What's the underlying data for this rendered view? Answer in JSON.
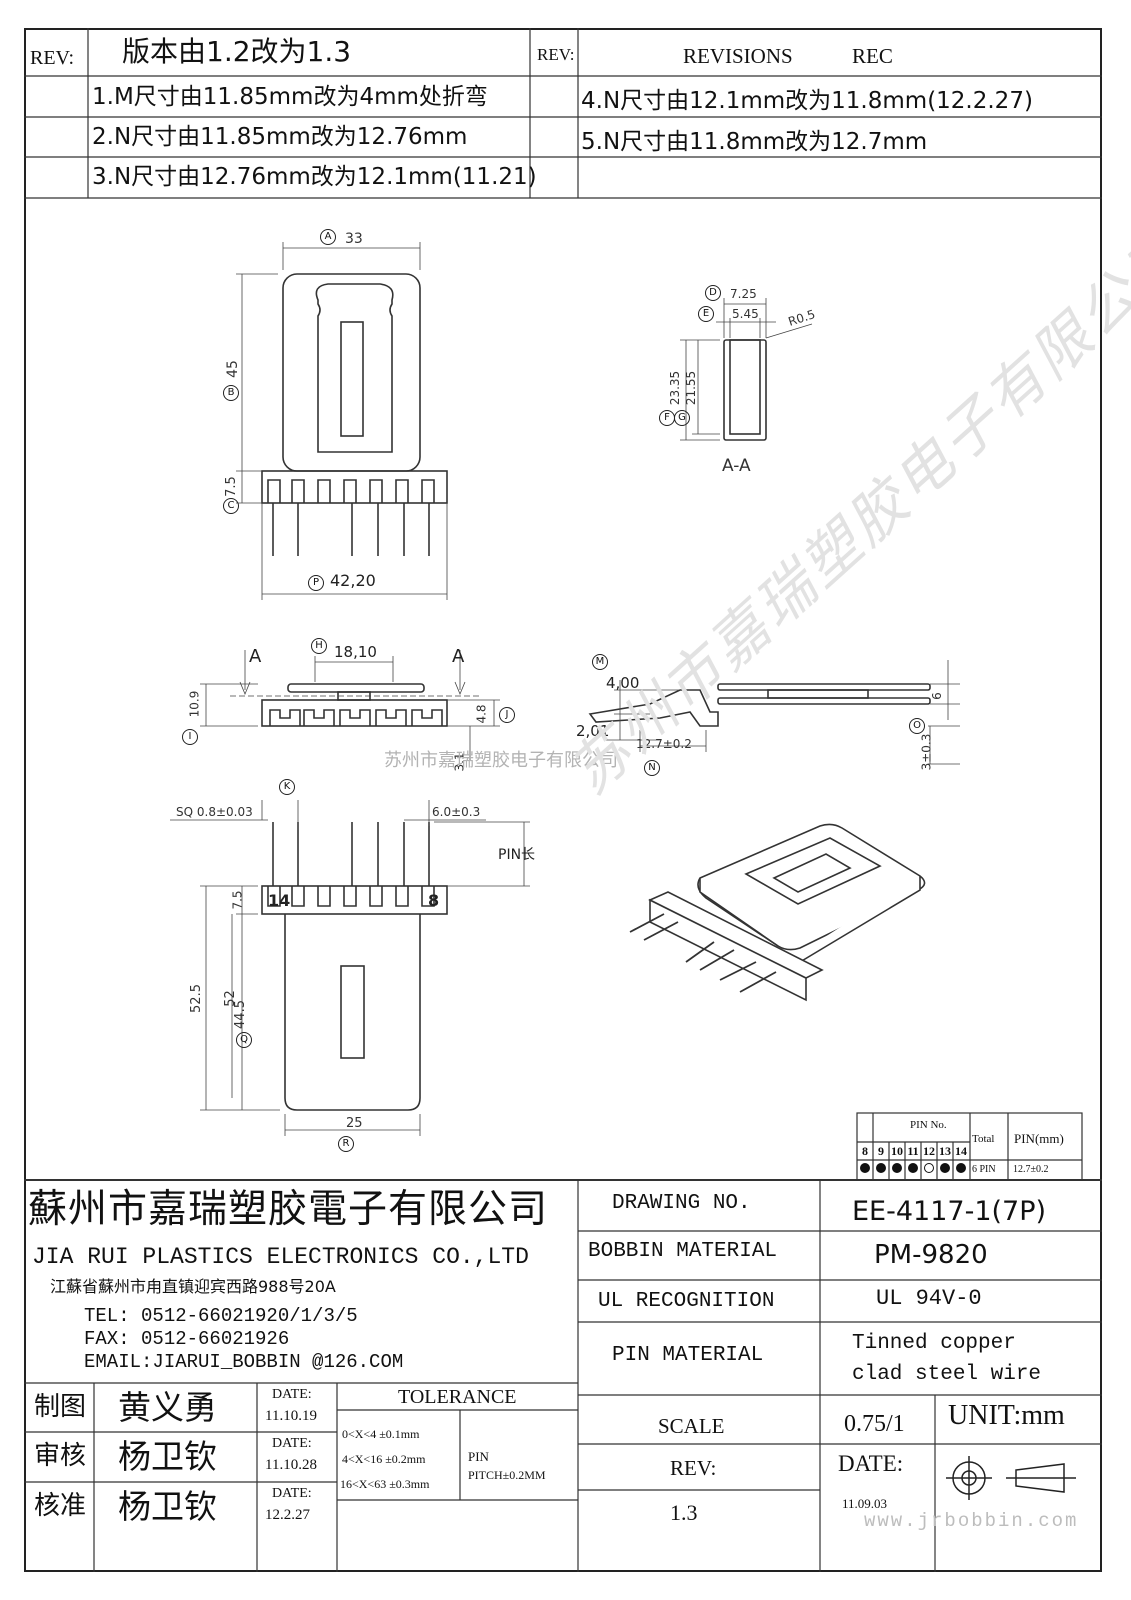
{
  "revisions": {
    "rev_label_left": "REV:",
    "rev_title": "版本由1.2改为1.3",
    "rev_label_right": "REV:",
    "header_revisions": "REVISIONS",
    "header_rec": "REC",
    "items": [
      "1.M尺寸由11.85mm改为4mm处折弯",
      "2.N尺寸由11.85mm改为12.76mm",
      "3.N尺寸由12.76mm改为12.1mm(11.21)",
      "4.N尺寸由12.1mm改为11.8mm(12.2.27)",
      "5.N尺寸由11.8mm改为12.7mm"
    ]
  },
  "drawing": {
    "letters": [
      "A",
      "B",
      "C",
      "P",
      "D",
      "E",
      "F",
      "G",
      "H",
      "I",
      "J",
      "M",
      "N",
      "O",
      "K",
      "Q",
      "R"
    ],
    "dims": {
      "A": "33",
      "B": "45",
      "C": "7.5",
      "P": "42,20",
      "D": "7.25",
      "E": "5.45",
      "R": "R0.5",
      "F": "23.35",
      "G": "21.55",
      "section": "A-A",
      "section_mark": "A",
      "H": "18,10",
      "I": "10.9",
      "J": "4.8",
      "J2": "3.1",
      "M": "4,00",
      "M2": "2,01",
      "N": "12.7±0.2",
      "O": "6",
      "O2": "3±0.3",
      "sq": "SQ 0.8±0.03",
      "K": "6.0±0.3",
      "pin_len": "PIN长",
      "pin_left": "14",
      "pin_right": "8",
      "d1": "52.5",
      "d2": "52",
      "d3": "7.5",
      "Q": "44.5",
      "bottom": "25"
    },
    "watermark": "苏州市嘉瑞塑胶电子有限公司",
    "watermark_diag": "苏州市嘉瑞塑胶电子有限公司"
  },
  "pin_table": {
    "header": "PIN No.",
    "pins": [
      "8",
      "9",
      "10",
      "11",
      "12",
      "13",
      "14"
    ],
    "states": [
      "filled",
      "filled",
      "filled",
      "filled",
      "empty",
      "filled",
      "filled"
    ],
    "total_label": "Total",
    "total_value": "6 PIN",
    "pitch_label": "PIN(mm)",
    "pitch_value": "12.7±0.2"
  },
  "company": {
    "name_cn": "蘇州市嘉瑞塑胶電子有限公司",
    "name_en": "JIA RUI PLASTICS ELECTRONICS CO.,LTD",
    "address": "江蘇省蘇州市甪直镇迎宾西路988号20A",
    "tel": "TEL:  0512-66021920/1/3/5",
    "fax": "FAX:  0512-66021926",
    "email": "EMAIL:JIARUI_BOBBIN @126.COM"
  },
  "approvals": [
    {
      "role": "制图",
      "name": "黄义勇",
      "date_label": "DATE:",
      "date": "11.10.19"
    },
    {
      "role": "审核",
      "name": "杨卫钦",
      "date_label": "DATE:",
      "date": "11.10.28"
    },
    {
      "role": "核准",
      "name": "杨卫钦",
      "date_label": "DATE:",
      "date": "12.2.27"
    }
  ],
  "tolerance": {
    "title": "TOLERANCE",
    "rows": [
      "0<X<4  ±0.1mm",
      "4<X<16 ±0.2mm",
      "16<X<63 ±0.3mm"
    ],
    "pin": "PIN",
    "pitch": "PITCH±0.2MM"
  },
  "specs": {
    "drawing_no_label": "DRAWING   NO.",
    "drawing_no": "EE-4117-1(7P)",
    "material_label": "BOBBIN   MATERIAL",
    "material": "PM-9820",
    "ul_label": "UL RECOGNITION",
    "ul": "UL 94V-0",
    "pin_label": "PIN MATERIAL",
    "pin_line1": "Tinned copper",
    "pin_line2": "clad steel wire",
    "scale_label": "SCALE",
    "scale": "0.75/1",
    "unit": "UNIT:mm",
    "rev_label": "REV:",
    "rev": "1.3",
    "date_label": "DATE:",
    "date": "11.09.03",
    "website": "www.jrbobbin.com"
  }
}
